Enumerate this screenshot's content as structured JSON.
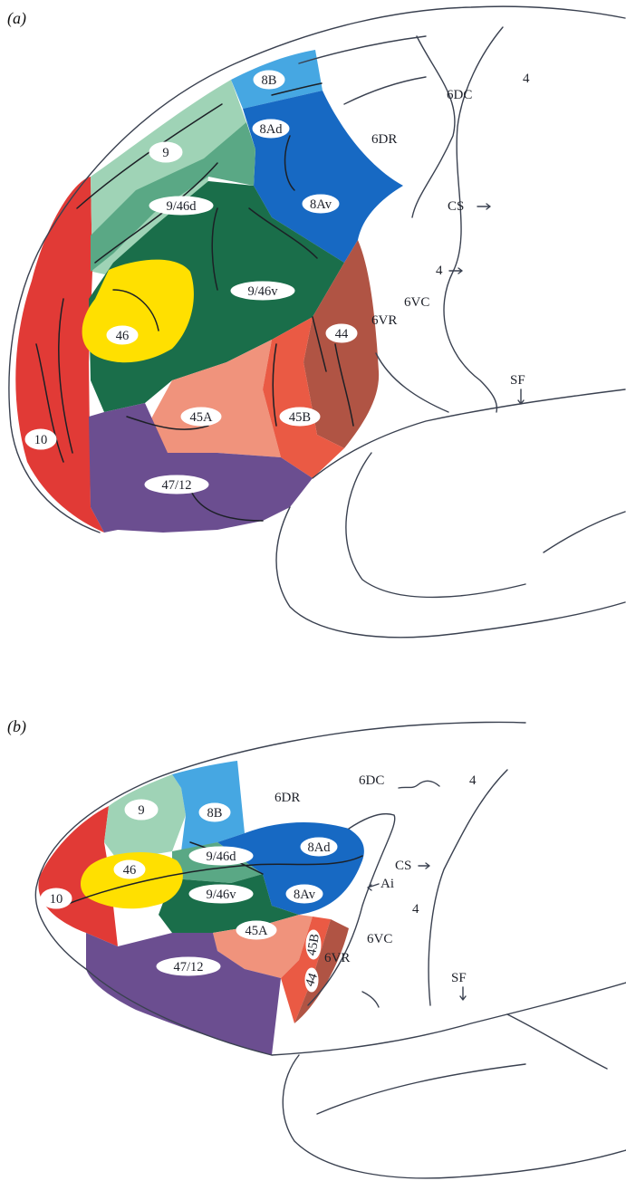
{
  "figure": {
    "panel_a": {
      "panel_label": "(a)",
      "colors": {
        "area_10": "#e13a36",
        "area_9": "#9fd3b6",
        "area_9_46d": "#5aa885",
        "area_9_46v": "#1a6e4a",
        "area_46": "#ffe000",
        "area_8B": "#46a7e2",
        "area_8A": "#1769c3",
        "area_44": "#b05444",
        "area_45A": "#f0937c",
        "area_45B": "#ea5a44",
        "area_47_12": "#6b4e90"
      },
      "area_labels": {
        "a8B": "8B",
        "a8Ad": "8Ad",
        "a9": "9",
        "a9_46d": "9/46d",
        "a8Av": "8Av",
        "a9_46v": "9/46v",
        "a46": "46",
        "a44": "44",
        "a45A": "45A",
        "a45B": "45B",
        "a10": "10",
        "a47_12": "47/12"
      },
      "plain_labels": {
        "l6DC": "6DC",
        "l4_top": "4",
        "l6DR": "6DR",
        "lCS": "CS",
        "l4_mid": "4",
        "l6VC": "6VC",
        "l6VR": "6VR",
        "lSF": "SF"
      }
    },
    "panel_b": {
      "panel_label": "(b)",
      "colors": {
        "area_10": "#e13a36",
        "area_9": "#9fd3b6",
        "area_8B": "#46a7e2",
        "area_8A": "#1769c3",
        "area_9_46d": "#5aa885",
        "area_9_46v": "#1a6e4a",
        "area_46": "#ffe000",
        "area_45A": "#f0937c",
        "area_45B": "#ea5a44",
        "area_44": "#b05444",
        "area_47_12": "#6b4e90"
      },
      "area_labels": {
        "a8B": "8B",
        "a9": "9",
        "a8Ad": "8Ad",
        "a9_46d": "9/46d",
        "a46": "46",
        "a10": "10",
        "a9_46v": "9/46v",
        "a8Av": "8Av",
        "a45A": "45A",
        "a45B": "45B",
        "a44": "44",
        "a47_12": "47/12"
      },
      "plain_labels": {
        "l6DR": "6DR",
        "l6DC": "6DC",
        "l4_top": "4",
        "lCS": "CS",
        "lAi": "Ai",
        "l4_mid": "4",
        "l6VC": "6VC",
        "l6VR": "6VR",
        "lSF": "SF"
      }
    }
  }
}
